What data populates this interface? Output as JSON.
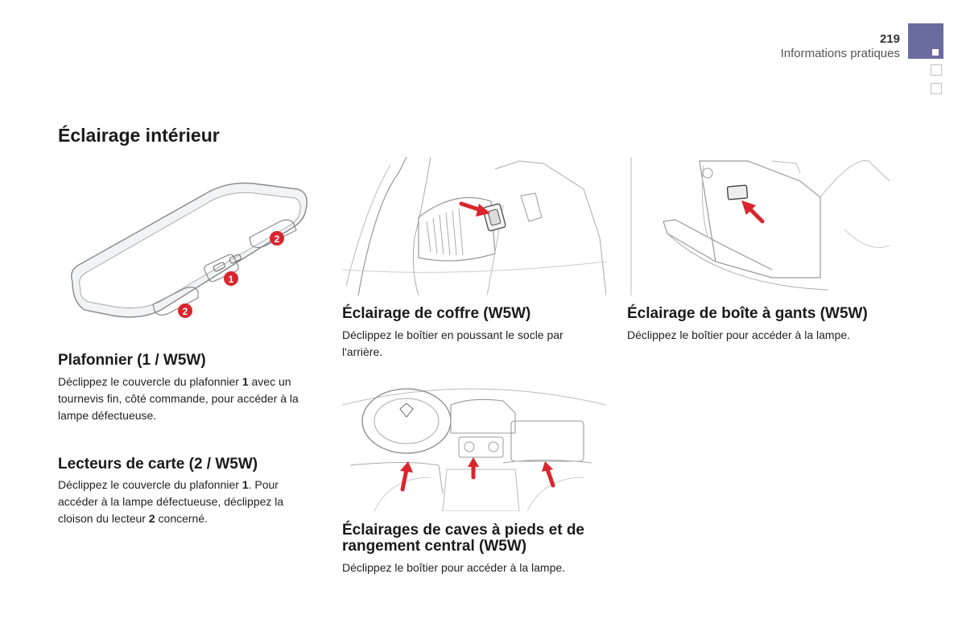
{
  "header": {
    "page_number": "219",
    "section": "Informations pratiques"
  },
  "main_title": "Éclairage intérieur",
  "plafonnier": {
    "title": "Plafonnier (1 / W5W)",
    "text_before": "Déclippez le couvercle du plafonnier ",
    "bold": "1",
    "text_after": " avec un tournevis fin, côté commande, pour accéder à la lampe défectueuse."
  },
  "lecteurs": {
    "title": "Lecteurs de carte (2 / W5W)",
    "text_1": "Déclippez le couvercle du plafonnier ",
    "bold_1": "1",
    "text_2": ". Pour accéder à la lampe défectueuse, déclippez la cloison du lecteur ",
    "bold_2": "2",
    "text_3": " concerné."
  },
  "coffre": {
    "title": "Éclairage de coffre (W5W)",
    "text": "Déclippez le boîtier en poussant le socle par l'arrière."
  },
  "boite_gants": {
    "title": "Éclairage de boîte à gants (W5W)",
    "text": "Déclippez le boîtier pour accéder à la lampe."
  },
  "caves": {
    "title": "Éclairages de caves à pieds et de rangement central (W5W)",
    "text": "Déclippez le boîtier pour accéder à la lampe."
  },
  "callouts": {
    "one": "1",
    "two": "2"
  },
  "colors": {
    "accent": "#6a6b9e",
    "callout_red": "#d9262e",
    "arrow_red": "#d9262e"
  }
}
